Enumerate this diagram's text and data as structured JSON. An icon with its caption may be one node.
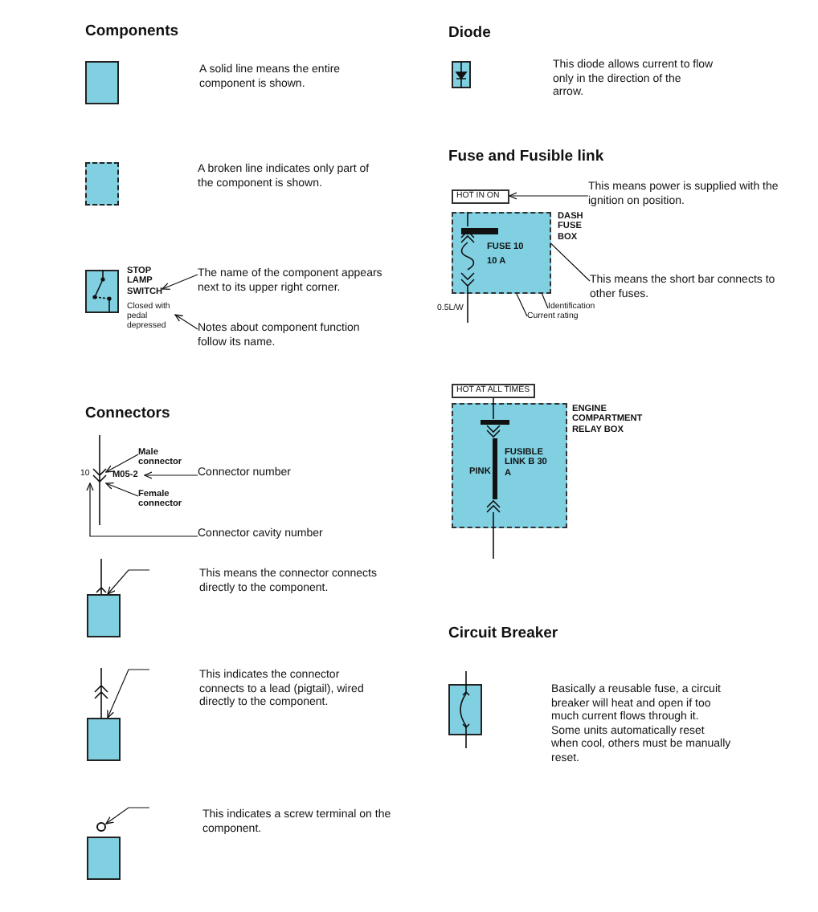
{
  "diagram": {
    "nodes": [
      {
        "text": [],
        "shape": "box"
      },
      {
        "text": [],
        "shape": "box"
      },
      {
        "text": [],
        "shape": "box"
      },
      {
        "text": [
          "STOP LAMP SWITCH"
        ]
      },
      {
        "text": [
          "Closed with pedal depressed"
        ]
      },
      {
        "text": [
          "The name of the component appears next to its upper right corner."
        ]
      },
      {
        "text": [
          "Notes about component function follow its name."
        ]
      },
      {
        "text": [
          "Male connector"
        ]
      },
      {
        "text": [
          "10"
        ]
      },
      {
        "text": [
          "M05-2"
        ]
      },
      {
        "text": [
          "Connector number"
        ]
      },
      {
        "text": [
          "Female connector"
        ]
      },
      {
        "text": [
          "Connector cavity number"
        ]
      },
      {
        "text": [],
        "shape": "box"
      },
      {
        "text": [],
        "shape": "box"
      },
      {
        "text": [],
        "shape": "circle"
      },
      {
        "text": [],
        "shape": "box"
      },
      {
        "text": [],
        "shape": "box"
      },
      {
        "text": [
          "HOT IN ON"
        ]
      },
      {
        "text": [
          "This means power is supplied with the ignition on position."
        ]
      },
      {
        "text": [
          "DASH FUSE BOX"
        ]
      },
      {
        "text": [],
        "shape": "bar",
        "in": 20
      },
      {
        "text": [
          "FUSE 10"
        ],
        "in": 20
      },
      {
        "text": [
          "10 A"
        ],
        "in": 20
      },
      {
        "text": [
          "This means the short bar connects to other fuses."
        ]
      },
      {
        "text": [
          "Identification"
        ]
      },
      {
        "text": [
          "Current rating"
        ]
      },
      {
        "text": [
          "HOT AT ALL TIMES"
        ]
      },
      {
        "text": [
          "ENGINE COMPARTMENT RELAY BOX"
        ]
      },
      {
        "text": [],
        "shape": "box"
      },
      {
        "text": [],
        "shape": "connector"
      }
    ],
    "edges": [
      {
        "from": 5,
        "to": 3,
        "arrow": "to"
      },
      {
        "from": 6,
        "to": 4,
        "arrow": "to"
      },
      {
        "from": 7,
        "to": 30,
        "arrow": "to"
      },
      {
        "from": 11,
        "to": 30,
        "arrow": "to"
      },
      {
        "from": 10,
        "to": 9,
        "arrow": "to"
      },
      {
        "from": 12,
        "to": 8,
        "arrow": "to"
      },
      {
        "from": null,
        "to": 13,
        "arrow": "to"
      },
      {
        "from": null,
        "to": 14,
        "arrow": "to"
      },
      {
        "from": null,
        "to": 15,
        "arrow": "to"
      },
      {
        "from": 19,
        "to": 18,
        "arrow": "to"
      },
      {
        "from": 24,
        "to": 21,
        "arrow": "to"
      },
      {
        "from": 25,
        "to": 22,
        "arrow": "to"
      },
      {
        "from": 26,
        "to": 23,
        "arrow": "to"
      }
    ],
    "labels": [
      "Components",
      "A solid line means the entire component is shown.",
      "A broken line indicates only part of the component is shown.",
      "Connectors",
      "This means the connector connects directly to the component.",
      "This indicates the connector connects to a lead (pigtail), wired directly to the component.",
      "This indicates a screw terminal on the component.",
      "Diode",
      "This diode allows current to flow only in the direction of the arrow.",
      "Fuse and Fusible link",
      "0.5L/W",
      "PINK",
      "FUSIBLE LINK B 30 A",
      "Circuit Breaker",
      "Basically a reusable fuse, a circuit breaker will heat and open if too much current flows through it. Some units automatically reset when cool, others must be manually reset."
    ]
  }
}
